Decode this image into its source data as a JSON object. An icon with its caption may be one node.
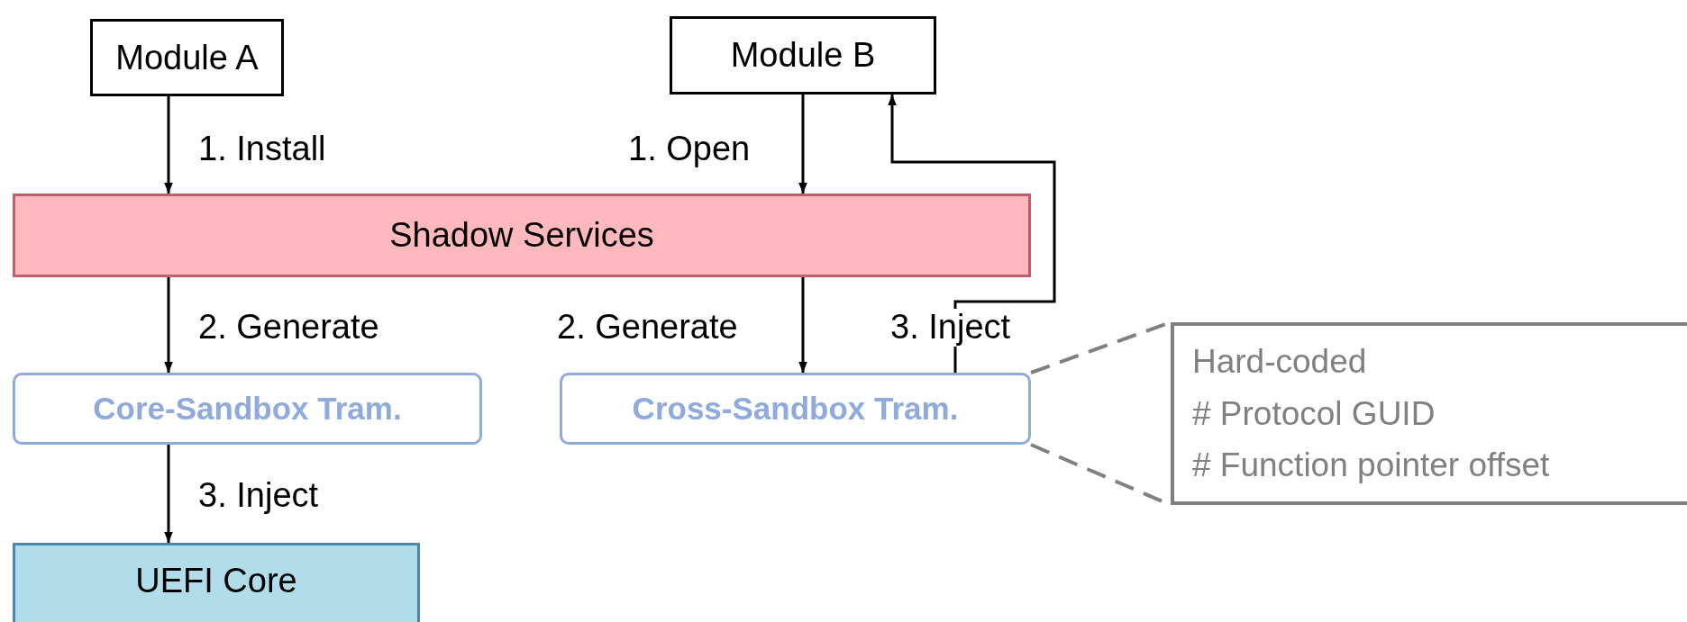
{
  "diagram": {
    "nodes": [
      {
        "text": [
          "Module A"
        ]
      },
      {
        "text": [
          "Module B"
        ]
      },
      {
        "text": [
          "Shadow Services"
        ]
      },
      {
        "text": [
          "Core-Sandbox Tram."
        ]
      },
      {
        "text": [
          "Cross-Sandbox Tram."
        ]
      },
      {
        "text": [
          "Hard-coded",
          "# Protocol GUID",
          "# Function pointer offset"
        ]
      },
      {
        "text": [
          "UEFI Core"
        ]
      }
    ],
    "edges": [
      {
        "from": 0,
        "to": 2,
        "arrow": "to",
        "label": "1. Install"
      },
      {
        "from": 1,
        "to": 2,
        "arrow": "to",
        "label": "1. Open"
      },
      {
        "from": 2,
        "to": 3,
        "arrow": "to",
        "label": "2. Generate"
      },
      {
        "from": 2,
        "to": 4,
        "arrow": "to",
        "label": "2. Generate"
      },
      {
        "from": 4,
        "to": 1,
        "arrow": "to",
        "label": "3. Inject"
      },
      {
        "from": 3,
        "to": 6,
        "arrow": "to",
        "label": "3. Inject"
      },
      {
        "from": 4,
        "to": 5,
        "arrow": "none",
        "style": "dashed",
        "color": "#808080"
      },
      {
        "from": 4,
        "to": 5,
        "arrow": "none",
        "style": "dashed",
        "color": "#808080"
      }
    ]
  }
}
